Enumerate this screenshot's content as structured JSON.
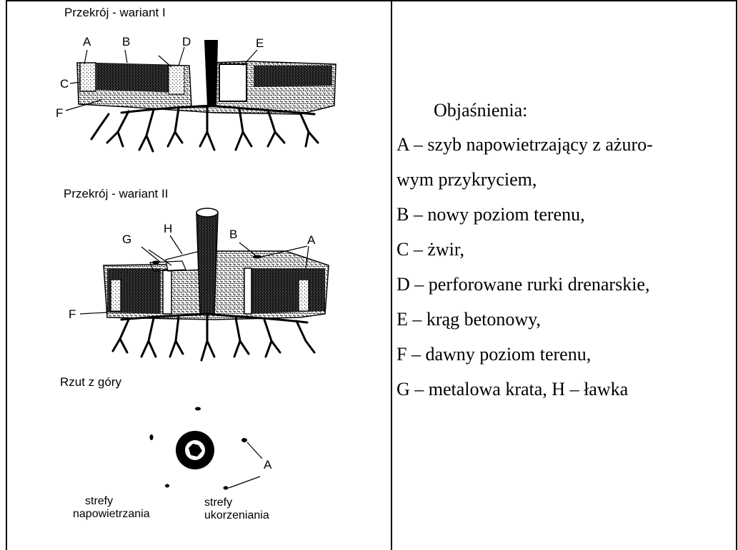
{
  "diagram": {
    "section1_title": "Przekrój - wariant I",
    "section2_title": "Przekrój - wariant II",
    "section3_title": "Rzut z góry",
    "v1_labels": {
      "A": "A",
      "B": "B",
      "C": "C",
      "D": "D",
      "E": "E",
      "F": "F"
    },
    "v2_labels": {
      "H": "H",
      "G": "G",
      "B": "B",
      "A": "A",
      "F": "F"
    },
    "plan_labels": {
      "A": "A"
    },
    "zone_aeration": [
      "strefy",
      "napowietrzania"
    ],
    "zone_rooting": [
      "strefy",
      "ukorzeniania"
    ]
  },
  "legend": {
    "heading": "Objaśnienia:",
    "lines": [
      "A – szyb napowietrzający z ażuro-",
      "wym przykryciem,",
      "B – nowy poziom terenu,",
      "C – żwir,",
      "D – perforowane rurki drenarskie,",
      "E – krąg betonowy,",
      "F – dawny poziom terenu,",
      "G – metalowa krata, H – ławka"
    ]
  }
}
